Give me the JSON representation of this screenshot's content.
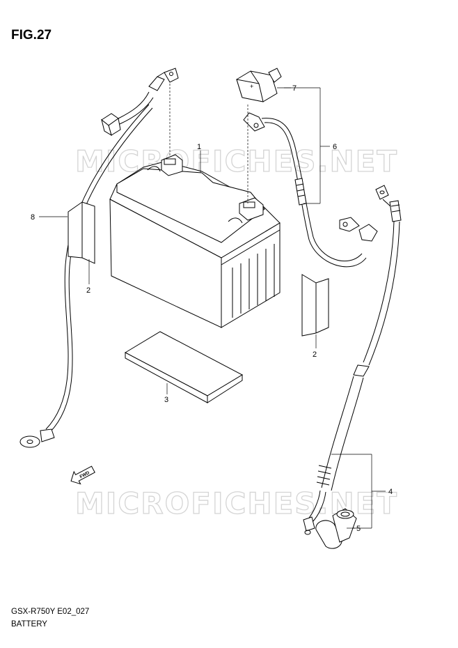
{
  "figure": {
    "title": "FIG.27"
  },
  "footer": {
    "model_code": "GSX-R750Y E02_027",
    "section_name": "BATTERY"
  },
  "watermark": {
    "text": "MICROFICHES.NET"
  },
  "fwd_arrow": {
    "label": "FWD"
  },
  "callouts": [
    "1",
    "2",
    "2",
    "3",
    "4",
    "5",
    "6",
    "7",
    "8"
  ]
}
